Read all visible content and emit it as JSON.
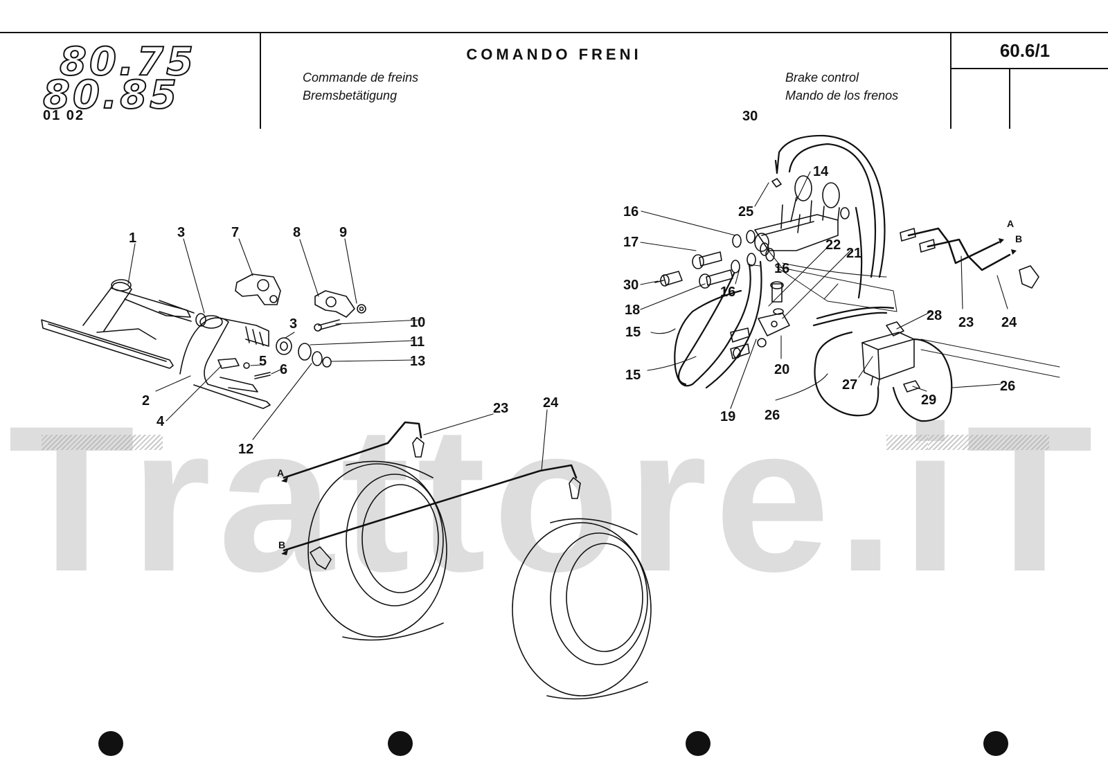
{
  "header": {
    "logo_top": "80.75",
    "logo_bottom": "80.85",
    "model_codes": "01 02",
    "title_it": "COMANDO FRENI",
    "title_fr": "Commande de freins",
    "title_de": "Bremsbetätigung",
    "title_en": "Brake control",
    "title_es": "Mando de los frenos",
    "page_code": "60.6/1"
  },
  "watermark": "Trattore.iT",
  "callouts": {
    "c1": "1",
    "c2": "2",
    "c3a": "3",
    "c3b": "3",
    "c4": "4",
    "c5": "5",
    "c6": "6",
    "c7": "7",
    "c8": "8",
    "c9": "9",
    "c10": "10",
    "c11": "11",
    "c12": "12",
    "c13": "13",
    "c14": "14",
    "c15a": "15",
    "c15b": "15",
    "c16a": "16",
    "c16b": "16",
    "c16c": "16",
    "c17": "17",
    "c18": "18",
    "c19": "19",
    "c20": "20",
    "c21": "21",
    "c22": "22",
    "c23a": "23",
    "c23b": "23",
    "c24a": "24",
    "c24b": "24",
    "c25": "25",
    "c26a": "26",
    "c26b": "26",
    "c27": "27",
    "c28": "28",
    "c29": "29",
    "c30a": "30",
    "c30b": "30",
    "la1": "A",
    "lb1": "B",
    "la2": "A",
    "lb2": "B"
  }
}
